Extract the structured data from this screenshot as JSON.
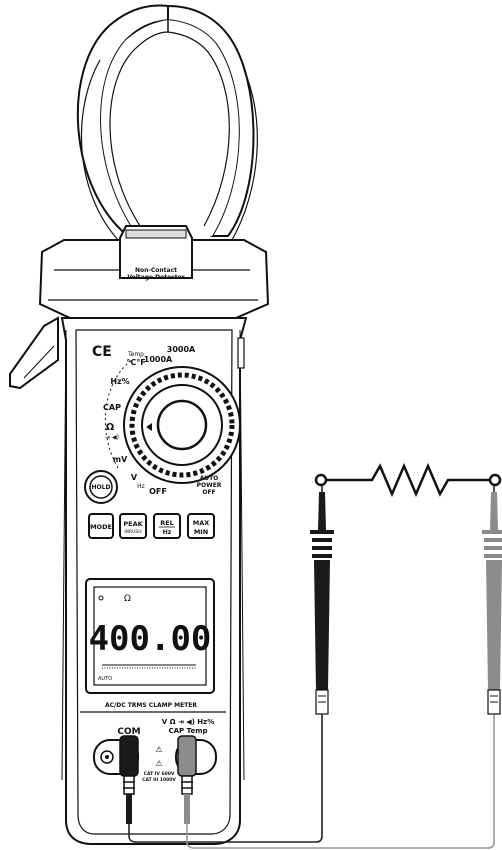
{
  "meter": {
    "ncv_line1": "Non-Contact",
    "ncv_line2": "Voltage Detector",
    "ce_mark": "CE",
    "dial": {
      "temp": "Temp",
      "deg": "°C°F",
      "hz": "Hz%",
      "cap": "CAP",
      "ohm": "Ω",
      "diode": "⇥ ◀)",
      "mv": "mV",
      "v": "V",
      "vhz": "Hz",
      "off": "OFF",
      "a1000": "1000A",
      "a3000": "3000A",
      "auto_power_1": "AUTO",
      "auto_power_2": "POWER",
      "auto_power_3": "OFF"
    },
    "buttons": {
      "hold": "HOLD",
      "mode": "MODE",
      "peak": "PEAK",
      "inrush": "INRUSH",
      "rel": "REL",
      "hz": "Hz",
      "max": "MAX",
      "min": "MIN"
    },
    "display": {
      "reading": "400.00",
      "unit": "Ω",
      "auto": "AUTO"
    },
    "model": "AC/DC TRMS CLAMP METER",
    "jacks": {
      "com": "COM",
      "v_label": "V Ω ⇥ ◀) Hz%",
      "cap_temp": "CAP Temp",
      "cat1": "CAT IV 600V",
      "cat2": "CAT III 1000V"
    }
  },
  "colors": {
    "body": "#ffffff",
    "outline": "#111111",
    "black_lead": "#1a1a1a",
    "red_lead": "#8c8c8c",
    "wire_black": "#222222",
    "wire_red": "#9a9a9a"
  }
}
